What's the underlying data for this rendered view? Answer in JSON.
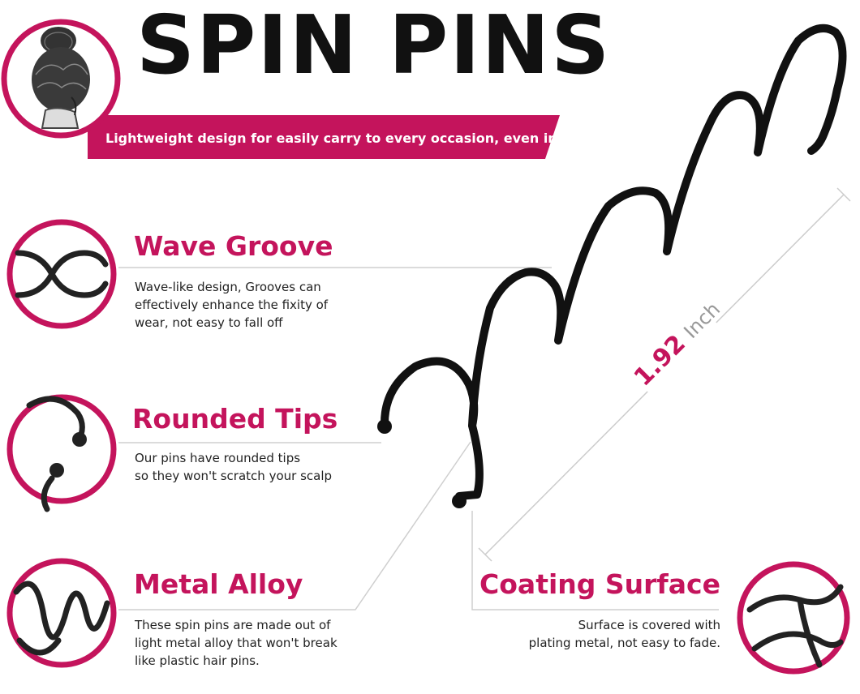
{
  "header": {
    "title": "SPIN PINS",
    "subtitle": "Lightweight design for easily carry to every occasion, even in travelling"
  },
  "features": {
    "wave": {
      "title": "Wave Groove",
      "desc_lines": [
        "Wave-like design, Grooves can",
        "effectively enhance the fixity of",
        "wear, not easy to fall off"
      ]
    },
    "tips": {
      "title": "Rounded Tips",
      "desc_lines": [
        "Our pins have rounded tips",
        "so they won't scratch your scalp"
      ]
    },
    "alloy": {
      "title": "Metal Alloy",
      "desc_lines": [
        "These spin pins are made out of",
        "light metal alloy that won't break",
        "like plastic hair pins."
      ]
    },
    "coating": {
      "title": "Coating Surface",
      "desc_lines": [
        "Surface is covered with",
        "plating metal, not easy to fade."
      ]
    }
  },
  "dimension": {
    "value": "1.92",
    "unit": "Inch"
  },
  "colors": {
    "accent": "#c4145c",
    "pin": "#111111",
    "line": "#cccccc"
  },
  "icons": [
    "hair-bun-icon",
    "wave-groove-icon",
    "rounded-tips-icon",
    "metal-alloy-icon",
    "coating-surface-icon",
    "spin-pin-icon"
  ]
}
